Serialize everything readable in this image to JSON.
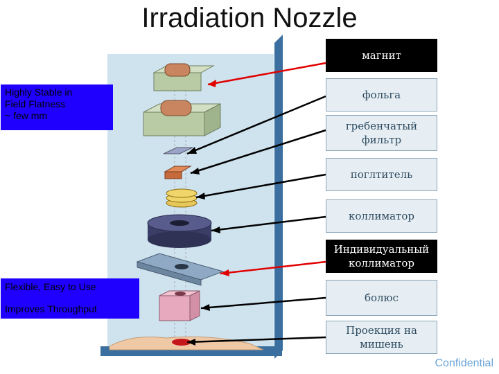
{
  "title": "Irradiation Nozzle",
  "left_notes": {
    "top": [
      "Highly Stable in",
      "Field Flatness",
      "~ few mm"
    ],
    "bottom": [
      "Flexible, Easy to Use",
      "Improves Throughput"
    ]
  },
  "labels": [
    {
      "text": "магнит",
      "style": "dark"
    },
    {
      "text": "фольга",
      "style": "light"
    },
    {
      "text": "гребенчатый фильтр",
      "style": "light"
    },
    {
      "text": "поглтитель",
      "style": "light"
    },
    {
      "text": "коллиматор",
      "style": "light"
    },
    {
      "text": "Индивидуальный коллиматор",
      "style": "dark"
    },
    {
      "text": "болюс",
      "style": "light"
    },
    {
      "text": "Проекция на мишень",
      "style": "light"
    }
  ],
  "arrow_colors": {
    "red": "#e00000",
    "black": "#000000"
  },
  "footer": "Confidential"
}
